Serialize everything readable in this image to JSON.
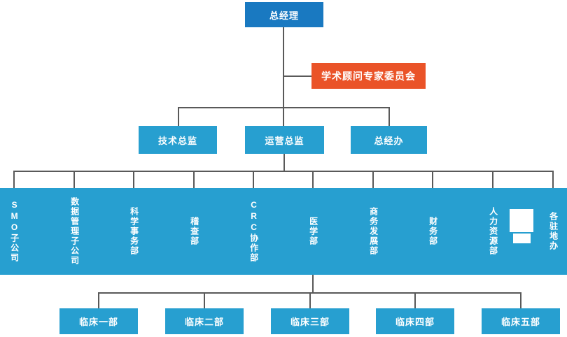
{
  "palette": {
    "primary_dark_blue": "#1979c1",
    "primary_light_blue": "#279fd0",
    "accent_orange": "#ea5328",
    "connector_gray": "#595959",
    "text_white": "#ffffff"
  },
  "chart": {
    "root": {
      "label": "总经理"
    },
    "advisory": {
      "label": "学术顾问专家委员会"
    },
    "directors": [
      {
        "label": "技术总监"
      },
      {
        "label": "运营总监"
      },
      {
        "label": "总经办"
      }
    ],
    "departments": [
      {
        "label": "SMO子公司"
      },
      {
        "label": "数据管理子公司"
      },
      {
        "label": "科学事务部"
      },
      {
        "label": "稽查部"
      },
      {
        "label": "CRC协作部"
      },
      {
        "label": "医学部"
      },
      {
        "label": "商务发展部"
      },
      {
        "label": "财务部"
      },
      {
        "label": "人力资源部"
      },
      {
        "label": "各驻地办"
      }
    ],
    "clinical_departments": [
      {
        "label": "临床一部"
      },
      {
        "label": "临床二部"
      },
      {
        "label": "临床三部"
      },
      {
        "label": "临床四部"
      },
      {
        "label": "临床五部"
      }
    ]
  }
}
